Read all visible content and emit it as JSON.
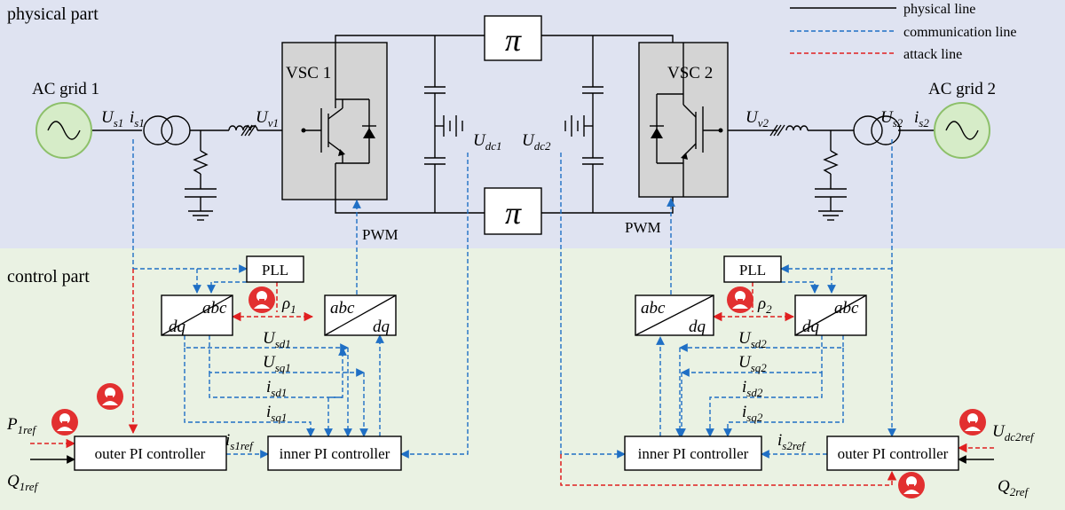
{
  "sections": {
    "physical": "physical part",
    "control": "control part"
  },
  "legend": [
    {
      "label": "physical line",
      "color": "#000000",
      "dash": "none"
    },
    {
      "label": "communication line",
      "color": "#1f6fc5",
      "dash": "5,3"
    },
    {
      "label": "attack line",
      "color": "#e02020",
      "dash": "5,3"
    }
  ],
  "grids": {
    "left": {
      "label": "AC grid 1"
    },
    "right": {
      "label": "AC grid 2"
    }
  },
  "converters": {
    "vsc1": "VSC 1",
    "vsc2": "VSC 2",
    "pi_symbol": "π",
    "pwm": "PWM"
  },
  "signals": {
    "Us1": {
      "main": "U",
      "sub": "s1"
    },
    "is1": {
      "main": "i",
      "sub": "s1"
    },
    "Uv1": {
      "main": "U",
      "sub": "v1"
    },
    "Udc1": {
      "main": "U",
      "sub": "dc1"
    },
    "Udc2": {
      "main": "U",
      "sub": "dc2"
    },
    "Uv2": {
      "main": "U",
      "sub": "v2"
    },
    "Us2": {
      "main": "U",
      "sub": "s2"
    },
    "is2": {
      "main": "i",
      "sub": "s2"
    },
    "rho1": {
      "main": "ρ",
      "sub": "1"
    },
    "rho2": {
      "main": "ρ",
      "sub": "2"
    },
    "Usd1": {
      "main": "U",
      "sub": "sd1"
    },
    "Usq1": {
      "main": "U",
      "sub": "sq1"
    },
    "isd1": {
      "main": "i",
      "sub": "sd1"
    },
    "isq1": {
      "main": "i",
      "sub": "sq1"
    },
    "Usd2": {
      "main": "U",
      "sub": "sd2"
    },
    "Usq2": {
      "main": "U",
      "sub": "sq2"
    },
    "isd2": {
      "main": "i",
      "sub": "sd2"
    },
    "isq2": {
      "main": "i",
      "sub": "sq2"
    },
    "is1ref": {
      "main": "i",
      "sub": "s1ref"
    },
    "is2ref": {
      "main": "i",
      "sub": "s2ref"
    },
    "P1ref": {
      "main": "P",
      "sub": "1ref"
    },
    "Q1ref": {
      "main": "Q",
      "sub": "1ref"
    },
    "Udc2ref": {
      "main": "U",
      "sub": "dc2ref"
    },
    "Q2ref": {
      "main": "Q",
      "sub": "2ref"
    }
  },
  "control_blocks": {
    "pll": "PLL",
    "abc": "abc",
    "dq": "dq",
    "outer_pi": "outer PI controller",
    "inner_pi": "inner PI controller"
  },
  "colors": {
    "physical_bg": "#dfe3f1",
    "control_bg": "#eaf2e3",
    "grid_fill": "#d6ecc8",
    "grid_stroke": "#8dc06a",
    "vsc_fill": "#d4d4d4",
    "comm": "#1f6fc5",
    "attack": "#e02020",
    "hacker": "#e23030"
  }
}
